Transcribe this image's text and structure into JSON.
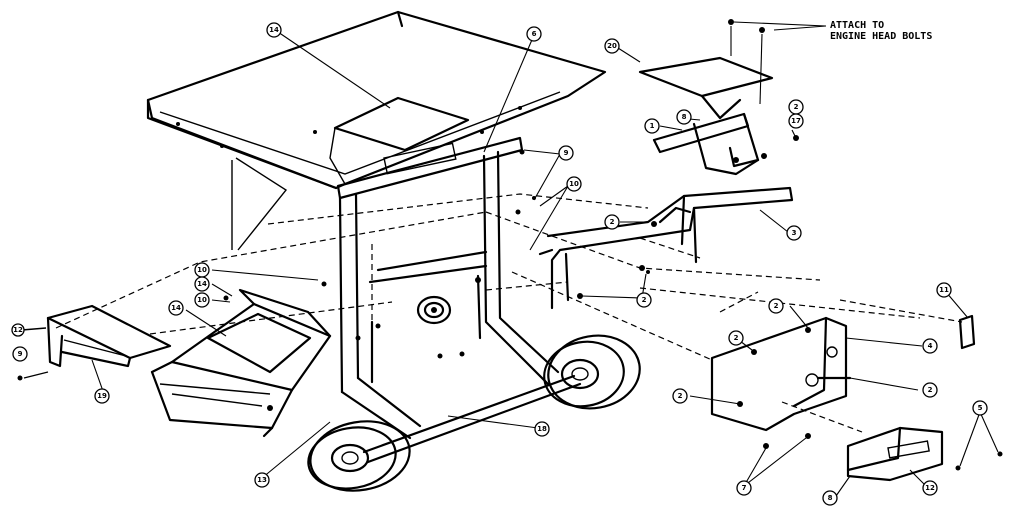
{
  "note": {
    "line1": "ATTACH TO",
    "line2": "ENGINE HEAD BOLTS"
  },
  "callouts": [
    {
      "id": "c-14-top",
      "label": "14"
    },
    {
      "id": "c-6",
      "label": "6"
    },
    {
      "id": "c-20",
      "label": "20"
    },
    {
      "id": "c-2-tr",
      "label": "2"
    },
    {
      "id": "c-17",
      "label": "17"
    },
    {
      "id": "c-8",
      "label": "8"
    },
    {
      "id": "c-1",
      "label": "1"
    },
    {
      "id": "c-9-mid",
      "label": "9"
    },
    {
      "id": "c-10-mid",
      "label": "10"
    },
    {
      "id": "c-2-mid",
      "label": "2"
    },
    {
      "id": "c-3",
      "label": "3"
    },
    {
      "id": "c-10-left",
      "label": "10"
    },
    {
      "id": "c-14-left",
      "label": "14"
    },
    {
      "id": "c-10-left2",
      "label": "10"
    },
    {
      "id": "c-14-hopper",
      "label": "14"
    },
    {
      "id": "c-2-center",
      "label": "2"
    },
    {
      "id": "c-11",
      "label": "11"
    },
    {
      "id": "c-2-plate",
      "label": "2"
    },
    {
      "id": "c-4",
      "label": "4"
    },
    {
      "id": "c-2-plate2",
      "label": "2"
    },
    {
      "id": "c-2-right",
      "label": "2"
    },
    {
      "id": "c-2-low",
      "label": "2"
    },
    {
      "id": "c-12-left",
      "label": "12"
    },
    {
      "id": "c-9-left",
      "label": "9"
    },
    {
      "id": "c-19",
      "label": "19"
    },
    {
      "id": "c-18",
      "label": "18"
    },
    {
      "id": "c-13",
      "label": "13"
    },
    {
      "id": "c-7",
      "label": "7"
    },
    {
      "id": "c-5",
      "label": "5"
    },
    {
      "id": "c-8-bottom",
      "label": "8"
    },
    {
      "id": "c-12-bottom",
      "label": "12"
    }
  ]
}
